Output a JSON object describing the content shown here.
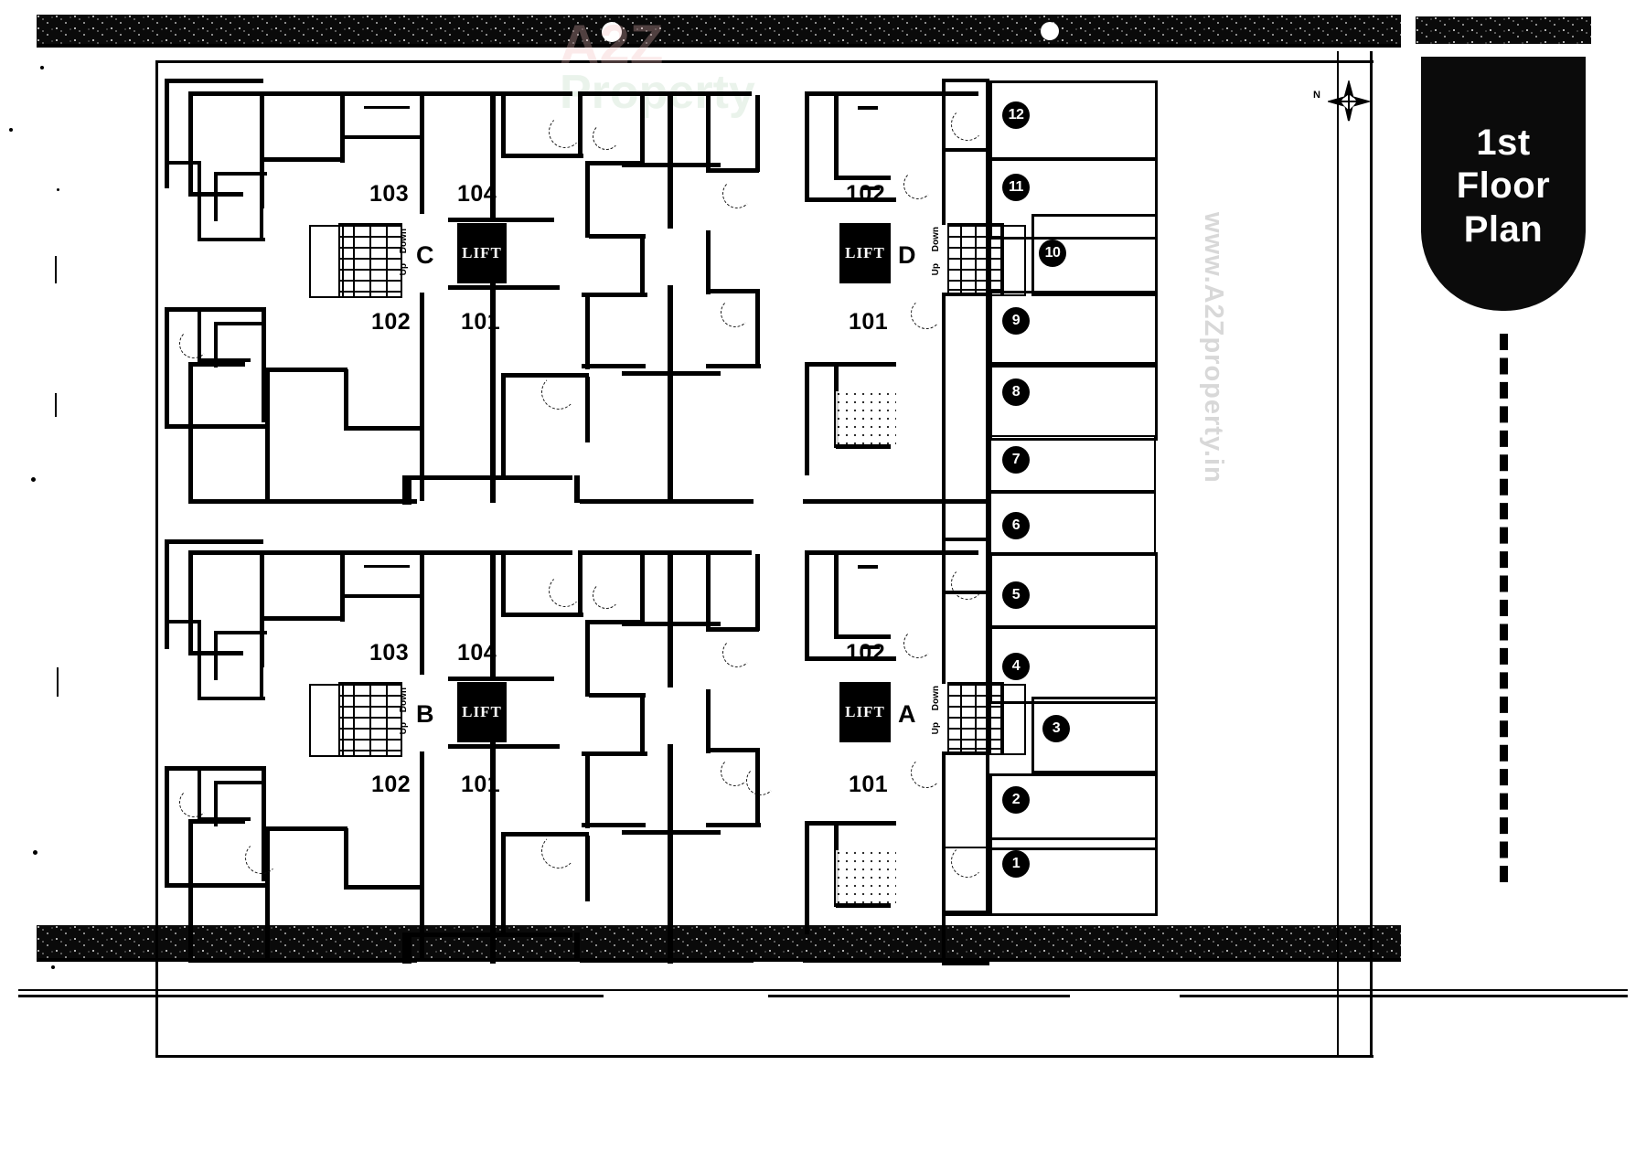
{
  "document": {
    "type": "architectural-floor-plan",
    "title": "1st Floor Plan",
    "title_lines": [
      "1st",
      "Floor",
      "Plan"
    ]
  },
  "north_indicator": {
    "label": "N"
  },
  "watermarks": {
    "center": [
      "A2Z",
      "Property"
    ],
    "center_full": "A2Z Property",
    "right": "www.A2Zproperty.in"
  },
  "blocks": [
    {
      "id": "C",
      "letter": "C",
      "position": "upper-left",
      "units": [
        {
          "number": "103",
          "corner": "top-left"
        },
        {
          "number": "104",
          "corner": "top-right"
        },
        {
          "number": "102",
          "corner": "bottom-left"
        },
        {
          "number": "101",
          "corner": "bottom-right"
        }
      ],
      "lift": "LIFT",
      "stair": {
        "up": "Up",
        "down": "Down"
      }
    },
    {
      "id": "D",
      "letter": "D",
      "position": "upper-right",
      "units": [
        {
          "number": "102",
          "corner": "top-right"
        },
        {
          "number": "101",
          "corner": "bottom-right"
        }
      ],
      "lift": "LIFT",
      "stair": {
        "up": "Up",
        "down": "Down"
      }
    },
    {
      "id": "B",
      "letter": "B",
      "position": "lower-left",
      "units": [
        {
          "number": "103",
          "corner": "top-left"
        },
        {
          "number": "104",
          "corner": "top-right"
        },
        {
          "number": "102",
          "corner": "bottom-left"
        },
        {
          "number": "101",
          "corner": "bottom-right"
        }
      ],
      "lift": "LIFT",
      "stair": {
        "up": "Up",
        "down": "Down"
      }
    },
    {
      "id": "A",
      "letter": "A",
      "position": "lower-right",
      "units": [
        {
          "number": "102",
          "corner": "top-right"
        },
        {
          "number": "101",
          "corner": "bottom-right"
        }
      ],
      "lift": "LIFT",
      "stair": {
        "up": "Up",
        "down": "Down"
      }
    }
  ],
  "shop_strip": {
    "description": "column of numbered units along east edge",
    "numbers": [
      "12",
      "11",
      "10",
      "9",
      "8",
      "7",
      "6",
      "5",
      "4",
      "3",
      "2",
      "1"
    ]
  },
  "colors": {
    "ink": "#000000",
    "paper": "#ffffff",
    "banner_bg": "#0b0b0b",
    "banner_text": "#ffffff",
    "watermark_grey": "#d8d8d8"
  }
}
